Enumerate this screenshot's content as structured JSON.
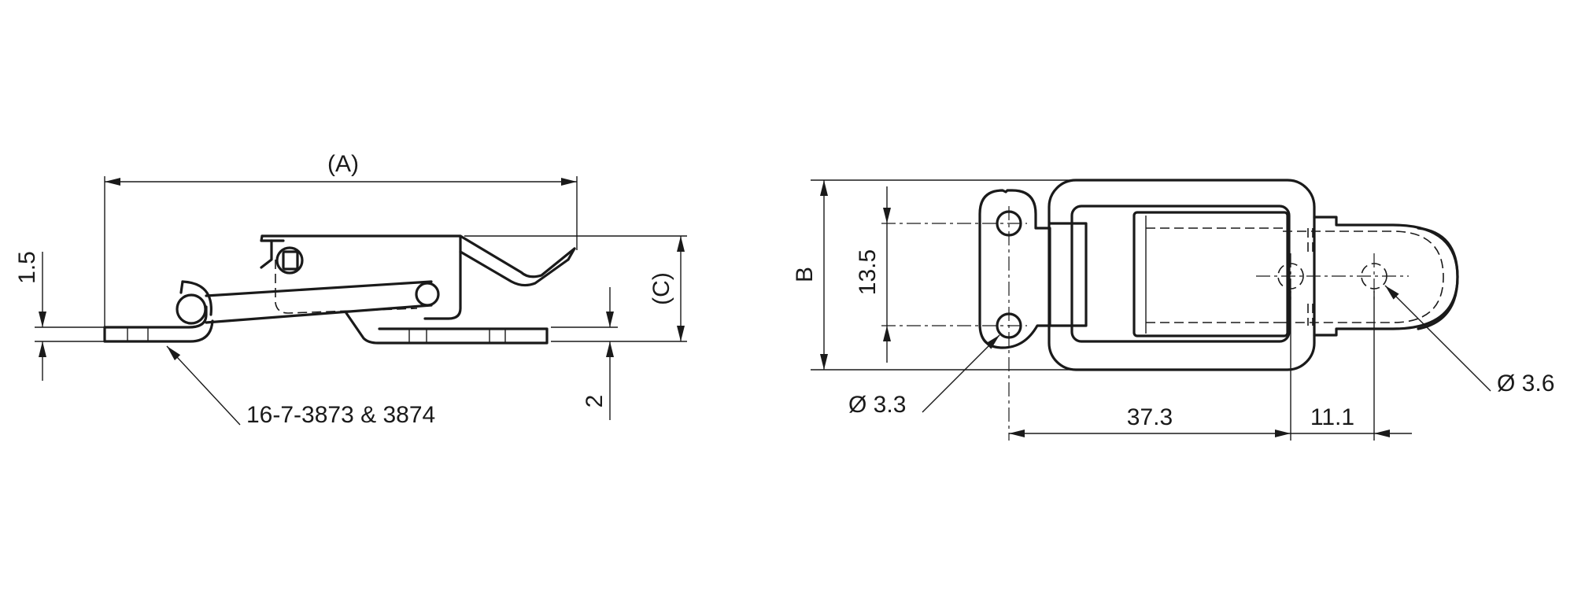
{
  "side_view": {
    "dim_overall_length": "(A)",
    "dim_height": "(C)",
    "dim_base_thickness": "1.5",
    "dim_strike_thickness": "2",
    "part_reference": "16-7-3873 & 3874"
  },
  "top_view": {
    "dim_width": "B",
    "dim_hole_spacing": "13.5",
    "dim_hole_dia_left": "Ø 3.3",
    "dim_body_length": "37.3",
    "dim_catch_offset": "11.1",
    "dim_hole_dia_right": "Ø 3.6"
  }
}
